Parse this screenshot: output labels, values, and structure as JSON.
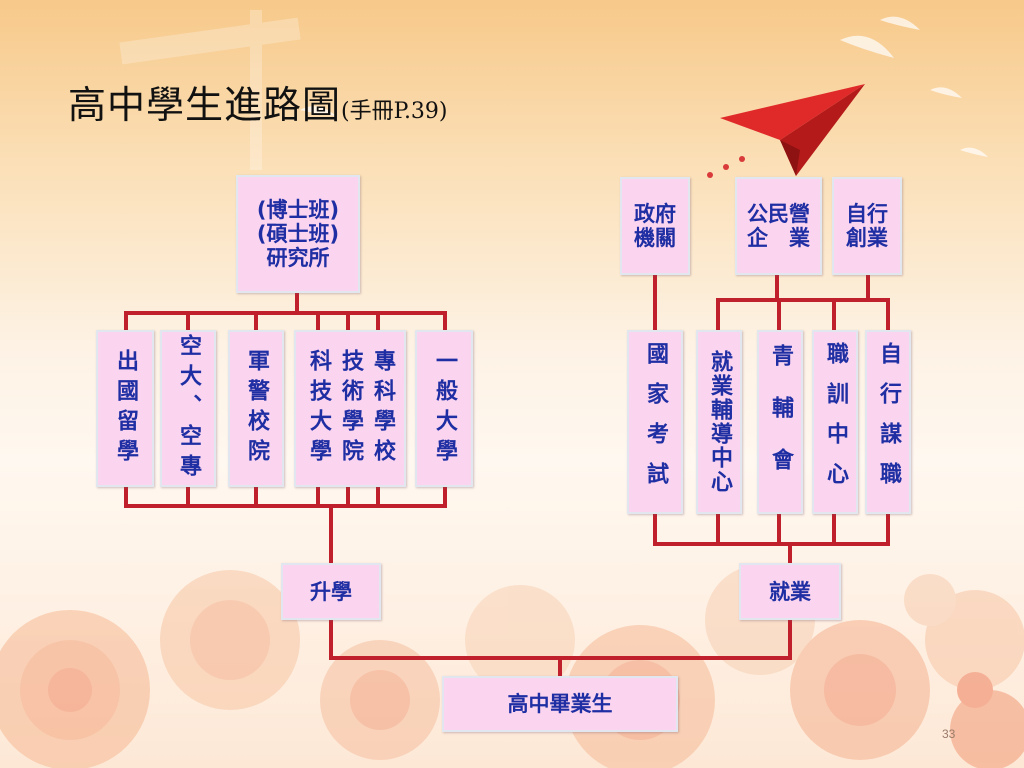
{
  "title": {
    "main": "高中學生進路圖",
    "sub": "(手冊P.39)"
  },
  "nodes": {
    "graduate": "高中畢業生",
    "further_study": "升學",
    "employment": "就業",
    "graduate_school": "(博士班)\n(碩士班)\n研究所",
    "study_abroad": "出國留學",
    "open_university": "空大、空專",
    "military_police": "軍警校院",
    "tech_schools": "專科學校\n技術學院\n科技大學",
    "general_university": "一般大學",
    "government": "政府\n機關",
    "enterprise": "公民營\n企　業",
    "entrepreneurship": "自行\n創業",
    "national_exam": "國家考試",
    "career_center": "就業輔導中心",
    "youth_counseling": "青輔會",
    "vocational_training": "職訓中心",
    "self_job_search": "自行謀職"
  },
  "colors": {
    "line": "#c0202c",
    "box": "#fbd5ef",
    "text": "#1f2fa3",
    "plane": "#e02a2a"
  },
  "slide_number": "33"
}
